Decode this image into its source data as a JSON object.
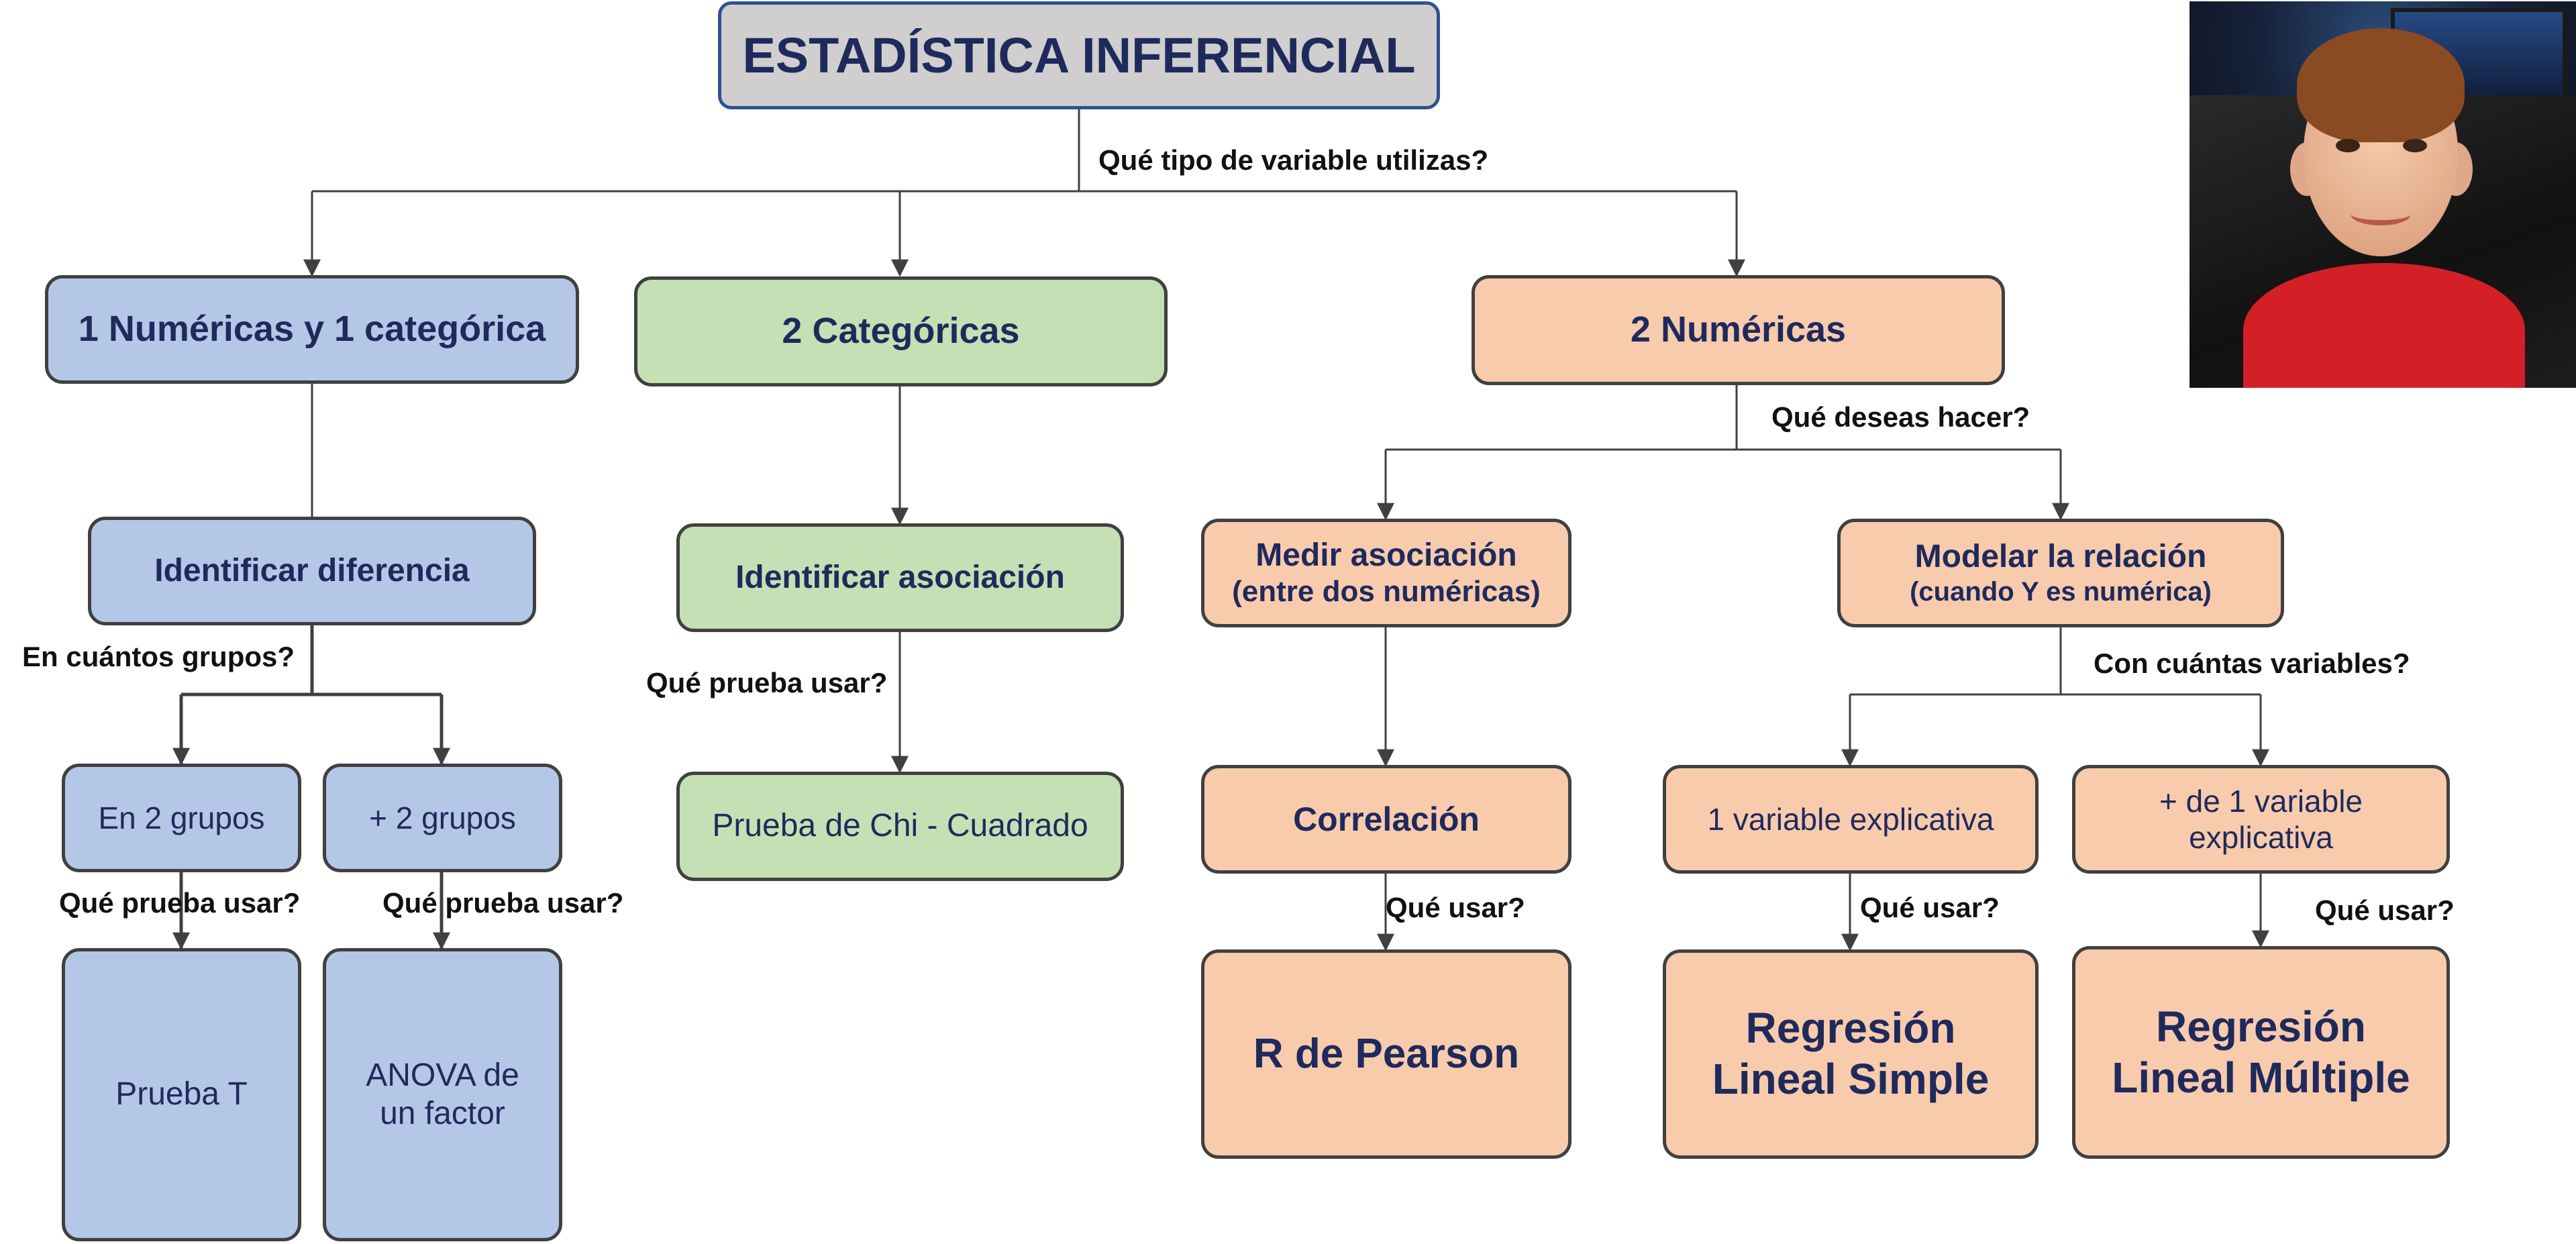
{
  "title": "ESTADÍSTICA INFERENCIAL",
  "questions": {
    "variable_type": "Qué tipo de variable utilizas?",
    "what_to_do": "Qué deseas hacer?",
    "how_many_groups": "En cuántos grupos?",
    "which_test_1": "Qué prueba usar?",
    "which_test_2": "Qué prueba usar?",
    "which_test_3": "Qué prueba usar?",
    "how_many_vars": "Con cuántas variables?",
    "what_use_1": "Qué usar?",
    "what_use_2": "Qué usar?",
    "what_use_3": "Qué usar?"
  },
  "nodes": {
    "num_cat": "1 Numéricas y 1 categórica",
    "two_cat": "2 Categóricas",
    "two_num": "2 Numéricas",
    "identify_difference": "Identificar diferencia",
    "identify_association": "Identificar asociación",
    "measure_association": "Medir asociación",
    "measure_association_sub": "(entre dos numéricas)",
    "model_relation": "Modelar la relación",
    "model_relation_sub": "(cuando Y es numérica)",
    "two_groups": "En 2 grupos",
    "more_groups": "+ 2 grupos",
    "chi_square": "Prueba de Chi - Cuadrado",
    "correlation": "Correlación",
    "one_var": "1 variable explicativa",
    "more_vars": "+ de 1 variable\nexplicativa",
    "t_test": "Prueba T",
    "anova": "ANOVA de\nun factor",
    "pearson": "R de Pearson",
    "simple_regression": "Regresión\nLineal Simple",
    "multiple_regression": "Regresión\nLineal Múltiple"
  },
  "colors": {
    "blue": "#b4c7e7",
    "green": "#c5e0b4",
    "orange": "#f8cbad",
    "root": "#d0cece",
    "text": "#1f2a5c"
  },
  "photo": {
    "icon": "child-photo"
  }
}
